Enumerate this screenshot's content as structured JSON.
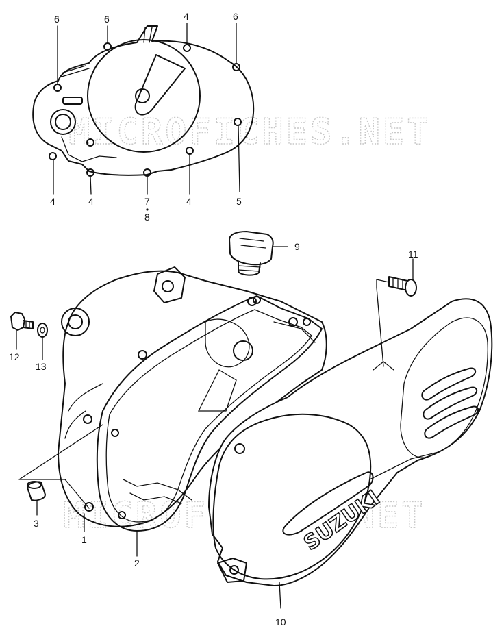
{
  "watermark": {
    "text": "MICROFICHES.NET"
  },
  "cover_brand": "SUZUKI",
  "callouts": [
    {
      "id": "c6a",
      "label": "6"
    },
    {
      "id": "c6b",
      "label": "6"
    },
    {
      "id": "c4a",
      "label": "4"
    },
    {
      "id": "c6c",
      "label": "6"
    },
    {
      "id": "c5",
      "label": "5"
    },
    {
      "id": "c4b",
      "label": "4"
    },
    {
      "id": "c4c",
      "label": "4"
    },
    {
      "id": "c7",
      "label": "7"
    },
    {
      "id": "c8",
      "label": "8"
    },
    {
      "id": "c4d",
      "label": "4"
    },
    {
      "id": "c9",
      "label": "9"
    },
    {
      "id": "c11",
      "label": "11"
    },
    {
      "id": "c12",
      "label": "12"
    },
    {
      "id": "c13",
      "label": "13"
    },
    {
      "id": "c3",
      "label": "3"
    },
    {
      "id": "c1",
      "label": "1"
    },
    {
      "id": "c2",
      "label": "2"
    },
    {
      "id": "c10",
      "label": "10"
    }
  ]
}
